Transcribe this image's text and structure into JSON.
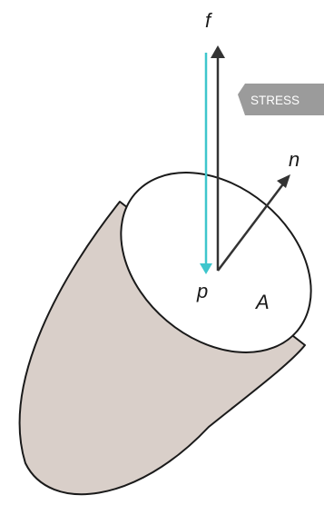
{
  "labels": {
    "force": "f",
    "normal": "n",
    "point": "p",
    "area": "A"
  },
  "callout": {
    "text": "STRESS"
  },
  "colors": {
    "body_fill": "#d9cfc9",
    "outline": "#1a1a1a",
    "force_arrow": "#333333",
    "stress_arrow": "#3ec6cc",
    "callout_bg": "#9b9b9b",
    "callout_text": "#ffffff",
    "label_text": "#1a1a1a"
  }
}
